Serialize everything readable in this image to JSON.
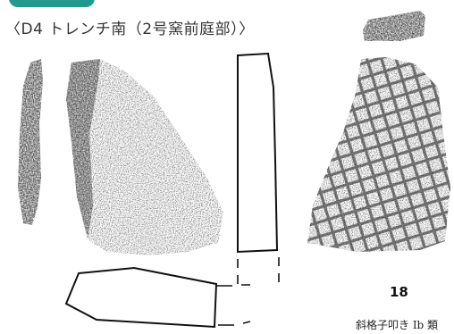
{
  "caption": "〈D4 トレンチ南（2号窯前庭部）〉",
  "figure_number": "18",
  "figure_label": "斜格子叩き Ib 類",
  "colors": {
    "tab": "#1f9a8c",
    "ink": "#1a1a1a",
    "paper": "#ffffff"
  }
}
